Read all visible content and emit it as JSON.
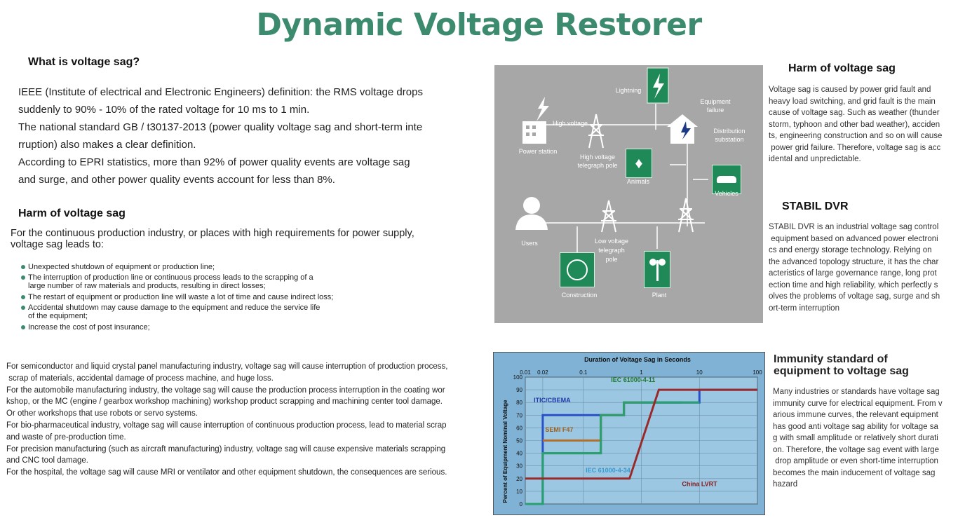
{
  "title": "Dynamic Voltage Restorer",
  "sag_def": {
    "heading": "What is voltage sag?",
    "p1": "IEEE (Institute of electrical and Electronic Engineers) definition: the RMS voltage drops",
    "p2": "suddenly to 90% - 10% of the rated voltage for 10 ms to 1 min.",
    "p3": "The national standard GB / t30137-2013 (power quality voltage sag and short-term inte",
    "p4": "rruption) also makes a clear definition.",
    "p5": "According to EPRI statistics, more than 92% of power quality events are voltage sag",
    "p6": "and surge, and other power quality events account for less than 8%."
  },
  "harm_left": {
    "heading": "Harm of voltage sag",
    "intro1": "For the continuous production industry, or places with high requirements for power supply,",
    "intro2": "voltage sag leads to:",
    "bullets": [
      {
        "l1": "Unexpected shutdown of equipment or production line;",
        "l2": ""
      },
      {
        "l1": "The interruption of production line or continuous process leads to the scrapping of a",
        "l2": "large number of raw materials and products, resulting in direct losses;"
      },
      {
        "l1": "The restart of equipment or production line will waste a lot of time and cause indirect loss;",
        "l2": ""
      },
      {
        "l1": "Accidental shutdown may cause damage to the equipment and reduce the service life",
        "l2": "of the equipment;"
      },
      {
        "l1": "Increase the cost of post insurance;",
        "l2": ""
      }
    ]
  },
  "industries": [
    "For semiconductor and liquid crystal panel manufacturing industry, voltage sag will cause interruption of production process,",
    " scrap of materials, accidental damage of process machine, and huge loss.",
    "For the automobile manufacturing industry, the voltage sag will cause the production process interruption in the coating wor",
    "kshop, or the MC (engine / gearbox workshop machining) workshop product scrapping and machining center tool damage.",
    "Or other workshops that use robots or servo systems.",
    "For bio-pharmaceutical industry, voltage sag will cause interruption of continuous production process, lead to material scrap",
    "and waste of pre-production time.",
    "For precision manufacturing (such as aircraft manufacturing) industry, voltage sag will cause expensive materials scrapping",
    "and CNC tool damage.",
    "For the hospital, the voltage sag will cause MRI or ventilator and other equipment shutdown, the consequences are serious."
  ],
  "diagram": {
    "lightning": "Lightning",
    "high_voltage": "High voltage",
    "power_station": "Power station",
    "hv_pole_1": "High voltage",
    "hv_pole_2": "telegraph pole",
    "equipment_1": "Equipment",
    "equipment_2": "failure",
    "distribution_1": "Distribution",
    "distribution_2": "substation",
    "animals": "Animals",
    "vehicles": "Vehicles",
    "users": "Users",
    "lv_1": "Low voltage",
    "lv_2": "telegraph",
    "lv_3": "pole",
    "construction": "Construction",
    "plant": "Plant"
  },
  "harm_right": {
    "heading": "Harm of voltage sag",
    "lines": [
      "Voltage sag is caused by power grid fault and",
      "heavy load switching, and grid fault is the main",
      "cause of voltage sag. Such as weather (thunder",
      "storm, typhoon and other bad weather), acciden",
      "ts, engineering construction and so on will cause",
      " power grid failure. Therefore, voltage sag is acc",
      "idental and unpredictable."
    ]
  },
  "stabil": {
    "heading": "STABIL DVR",
    "lines": [
      "STABIL DVR is an industrial voltage sag control",
      " equipment based on advanced power electroni",
      "cs and energy storage technology. Relying on",
      "the advanced topology structure, it has the char",
      "acteristics of large governance range, long prot",
      "ection time and high reliability, which perfectly s",
      "olves the problems of voltage sag, surge and sh",
      "ort-term interruption"
    ]
  },
  "immunity": {
    "heading1": "Immunity standard of",
    "heading2": "equipment to voltage sag",
    "lines": [
      "Many industries or standards have voltage sag",
      "immunity curve for electrical equipment. From v",
      "arious immune curves, the relevant equipment",
      "has good anti voltage sag ability for voltage sa",
      "g with small amplitude or relatively short durati",
      "on. Therefore, the voltage sag event with large",
      " drop amplitude or even short-time interruption",
      "becomes the main inducement of voltage sag",
      "hazard"
    ]
  },
  "chart_data": {
    "type": "line",
    "title": "Duration of Voltage Sag in Seconds",
    "ylabel": "Percent of Equipment Nominal Voltage",
    "x_scale": "log",
    "xlim": [
      0.01,
      100
    ],
    "ylim": [
      0,
      100
    ],
    "x_ticks": [
      "0.01",
      "0.02",
      "0.1",
      "1",
      "10",
      "100"
    ],
    "y_ticks": [
      "0",
      "10",
      "20",
      "30",
      "40",
      "50",
      "60",
      "70",
      "80",
      "90",
      "100"
    ],
    "series": [
      {
        "name": "IEC 61000-4-11",
        "color": "#2e9a3a",
        "x": [
          0.01,
          0.02,
          0.02,
          0.2,
          0.2,
          0.5,
          0.5,
          5
        ],
        "y": [
          0,
          0,
          40,
          40,
          70,
          70,
          80,
          80
        ]
      },
      {
        "name": "ITIC/CBEMA",
        "color": "#2850c8",
        "x": [
          0.01,
          0.02,
          0.02,
          0.5,
          0.5,
          10,
          10,
          100
        ],
        "y": [
          0,
          0,
          70,
          70,
          80,
          80,
          90,
          90
        ]
      },
      {
        "name": "SEMI F47",
        "color": "#b07030",
        "x": [
          0.02,
          0.05,
          0.05,
          0.2,
          0.2,
          0.5,
          0.5,
          1
        ],
        "y": [
          50,
          50,
          50,
          50,
          70,
          70,
          80,
          80
        ]
      },
      {
        "name": "IEC 61000-4-34",
        "color": "#2aa070",
        "x": [
          0.01,
          0.02,
          0.02,
          0.2,
          0.2,
          0.5,
          0.5,
          5,
          5,
          10
        ],
        "y": [
          0,
          0,
          40,
          40,
          70,
          70,
          80,
          80,
          80,
          80
        ]
      },
      {
        "name": "China LVRT",
        "color": "#9a2a2a",
        "x": [
          0.01,
          0.625,
          2,
          2,
          100
        ],
        "y": [
          20,
          20,
          90,
          90,
          90
        ]
      }
    ]
  }
}
